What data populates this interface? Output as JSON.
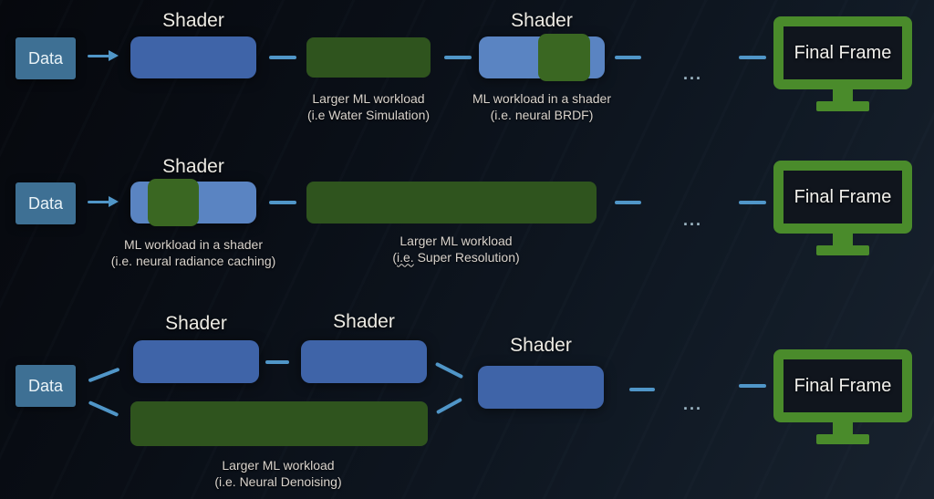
{
  "colors": {
    "data_blue": "#3e7094",
    "shader_blue": "#3f64a8",
    "shader_blue_light": "#5a84c2",
    "ml_green": "#2f541e",
    "ml_green_inner": "#3a6722",
    "monitor_green": "#4a8b2b",
    "connector_blue": "#5096c8",
    "label_text": "#d9d3cc"
  },
  "rows": [
    {
      "data_label": "Data",
      "shader1_label": "Shader",
      "shader2_label": "Shader",
      "caption1": {
        "line1": "Larger ML workload",
        "line2": "(i.e Water Simulation)"
      },
      "caption2": {
        "line1": "ML workload in a shader",
        "line2": "(i.e. neural BRDF)"
      },
      "ellipsis": "...",
      "final_frame_label": "Final Frame"
    },
    {
      "data_label": "Data",
      "shader1_label": "Shader",
      "caption1": {
        "line1": "ML workload in a shader",
        "line2": "(i.e. neural radiance caching)"
      },
      "caption2": {
        "line1": "Larger ML workload",
        "line2_open": "(",
        "line2_underlined": "i.e.",
        "line2_rest": " Super Resolution)"
      },
      "ellipsis": "...",
      "final_frame_label": "Final Frame"
    },
    {
      "data_label": "Data",
      "shader1_label": "Shader",
      "shader2_label": "Shader",
      "shader3_label": "Shader",
      "caption1": {
        "line1": "Larger ML workload",
        "line2": "(i.e. Neural Denoising)"
      },
      "ellipsis": "...",
      "final_frame_label": "Final Frame"
    }
  ]
}
